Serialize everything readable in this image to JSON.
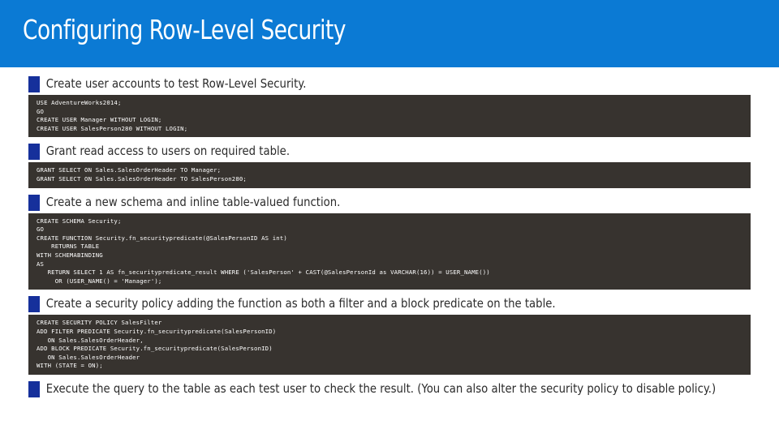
{
  "slide": {
    "title": "Configuring Row-Level Security",
    "banner_color": "#0b7ad4",
    "bullet_marker_color": "#16309b",
    "code_background_color": "#37332f",
    "code_text_color": "#ffffff",
    "body_text_color": "#2b2b2b"
  },
  "sections": [
    {
      "bullet": "Create user accounts to test Row-Level Security.",
      "code": "USE AdventureWorks2014;\nGO\nCREATE USER Manager WITHOUT LOGIN;\nCREATE USER SalesPerson280 WITHOUT LOGIN;"
    },
    {
      "bullet": "Grant read access to users on required table.",
      "code": "GRANT SELECT ON Sales.SalesOrderHeader TO Manager;\nGRANT SELECT ON Sales.SalesOrderHeader TO SalesPerson280;"
    },
    {
      "bullet": "Create a new schema and inline table-valued function.",
      "code": "CREATE SCHEMA Security;\nGO\nCREATE FUNCTION Security.fn_securitypredicate(@SalesPersonID AS int)\n    RETURNS TABLE\nWITH SCHEMABINDING\nAS\n   RETURN SELECT 1 AS fn_securitypredicate_result WHERE ('SalesPerson' + CAST(@SalesPersonId as VARCHAR(16)) = USER_NAME())\n     OR (USER_NAME() = 'Manager');"
    },
    {
      "bullet": "Create a security policy adding the function as both a filter and a block predicate on the table.",
      "code": "CREATE SECURITY POLICY SalesFilter\nADD FILTER PREDICATE Security.fn_securitypredicate(SalesPersonID)\n   ON Sales.SalesOrderHeader,\nADD BLOCK PREDICATE Security.fn_securitypredicate(SalesPersonID)\n   ON Sales.SalesOrderHeader\nWITH (STATE = ON);"
    },
    {
      "bullet": "Execute the query to the table as each test user to check the result. (You can also alter the security policy to disable policy.)",
      "code": null
    }
  ]
}
